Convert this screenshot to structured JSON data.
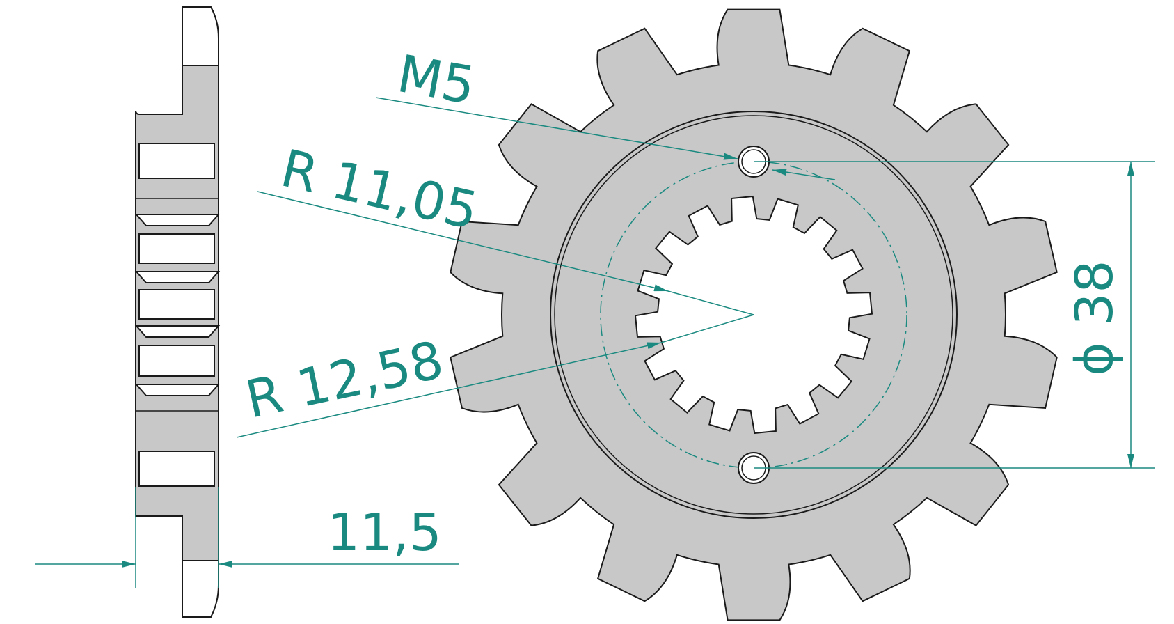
{
  "labels": {
    "thread": "M5",
    "inner_radius": "R  11,05",
    "outer_radius": "R  12,58",
    "bolt_circle": "ϕ 38",
    "thickness": "11,5"
  },
  "sprocket": {
    "teeth": 14,
    "spline_teeth": 16,
    "bolt_holes": 2
  },
  "colors": {
    "part_fill": "#c8c8c8",
    "outline": "#1a1a1a",
    "dimension": "#1a8a80",
    "background": "#ffffff"
  }
}
